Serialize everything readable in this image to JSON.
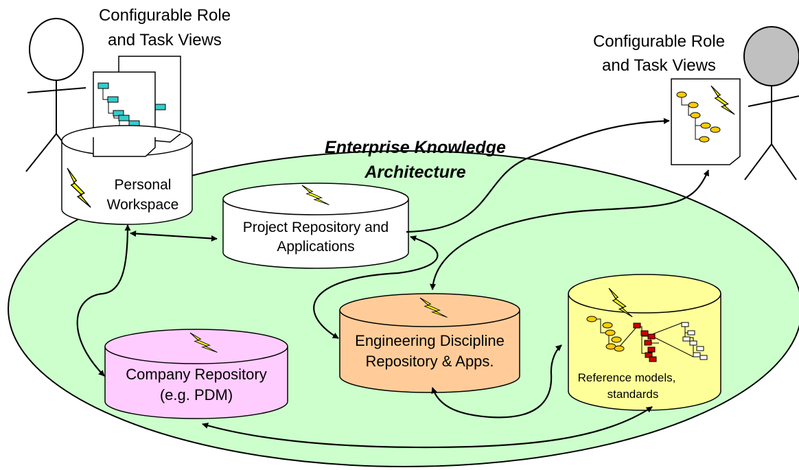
{
  "title": {
    "line1": "Enterprise Knowledge",
    "line2": "Architecture"
  },
  "left_actor": {
    "caption_line1": "Configurable Role",
    "caption_line2": "and Task Views"
  },
  "right_actor": {
    "caption_line1": "Configurable Role",
    "caption_line2": "and Task Views"
  },
  "repositories": {
    "personal": {
      "line1": "Personal",
      "line2": "Workspace"
    },
    "project": {
      "line1": "Project Repository and",
      "line2": "Applications"
    },
    "engineering": {
      "line1": "Engineering Discipline",
      "line2": "Repository & Apps."
    },
    "company": {
      "line1": "Company Repository",
      "line2": "(e.g. PDM)"
    },
    "reference": {
      "line1": "Reference models,",
      "line2": "standards"
    }
  },
  "colors": {
    "ellipse_fill": "#ccffcc",
    "project_fill": "#ffffff",
    "engineering_fill": "#ffcc99",
    "company_fill": "#ffccff",
    "reference_fill": "#ffff99",
    "right_actor_head": "#c0c0c0",
    "lightning": "#ffff00",
    "left_doc_nodes": "#33cccc",
    "right_doc_nodes": "#ffcc00"
  },
  "icons": [
    "lightning-icon",
    "document-icon",
    "stick-figure-icon"
  ]
}
